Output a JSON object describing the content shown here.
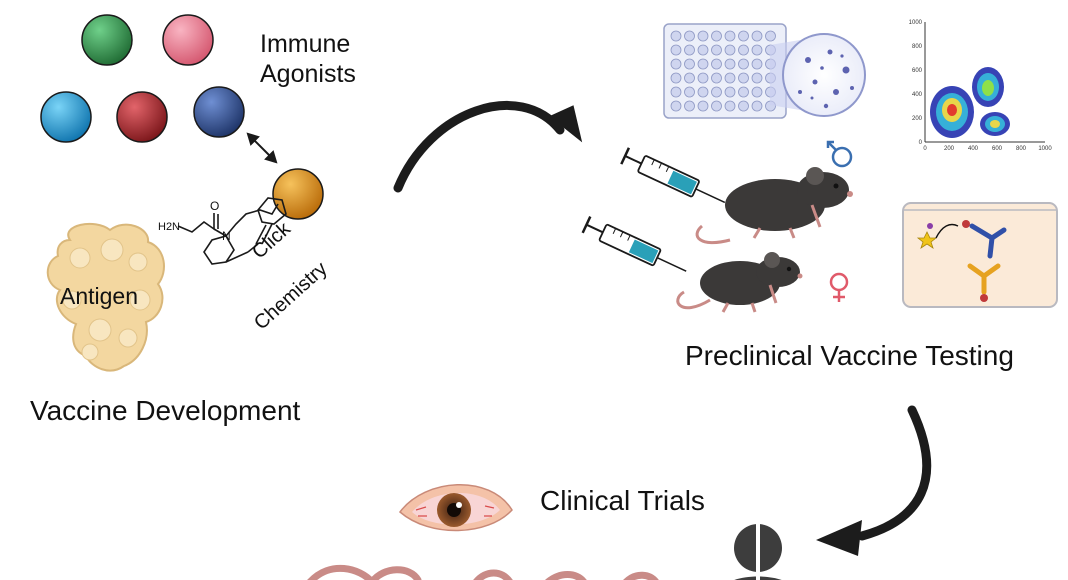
{
  "labels": {
    "immune_line1": "Immune",
    "immune_line2": "Agonists",
    "antigen": "Antigen",
    "click": "Click",
    "chemistry": "Chemistry",
    "vaccine_development": "Vaccine Development",
    "preclinical": "Preclinical Vaccine Testing",
    "clinical": "Clinical Trials",
    "amine": "H2N",
    "amide_o": "O",
    "ring_n": "N"
  },
  "flow_plot": {
    "x_ticks": [
      "0",
      "200",
      "400",
      "600",
      "800",
      "1000"
    ],
    "y_ticks": [
      "0",
      "200",
      "400",
      "600",
      "800",
      "1000"
    ]
  },
  "colors": {
    "agonist_green": "#2e8b46",
    "agonist_pink": "#e7738a",
    "agonist_cyan": "#1a9bd6",
    "agonist_red": "#a8262c",
    "agonist_navy": "#2b4c8f",
    "linker_orange": "#e08a12",
    "antigen_fill": "#f3d7a0",
    "arrow": "#1c1c1c",
    "mouse": "#3b3938",
    "male_symbol": "#3a6fb0",
    "female_symbol": "#e05a6a"
  }
}
